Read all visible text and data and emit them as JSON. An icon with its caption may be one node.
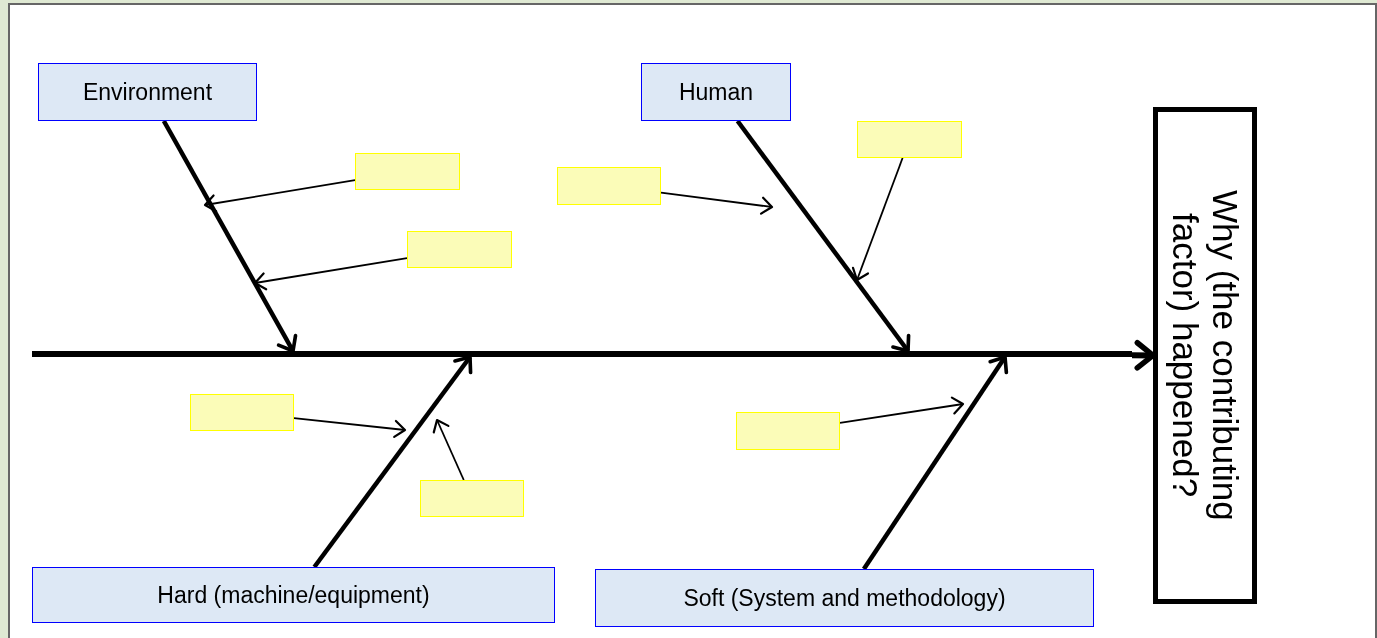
{
  "diagram": {
    "nodes": [
      {
        "text": [
          "Environment"
        ]
      },
      {
        "text": [
          "Human"
        ]
      },
      {
        "text": [
          "Hard (machine/equipment)"
        ]
      },
      {
        "text": [
          "Soft (System and methodology)"
        ]
      },
      {
        "text": [
          "Why (the contributing factor) happened?"
        ]
      },
      {
        "text": [],
        "shape": "box"
      },
      {
        "text": [],
        "shape": "box"
      },
      {
        "text": [],
        "shape": "box"
      },
      {
        "text": [],
        "shape": "box"
      },
      {
        "text": [],
        "shape": "box"
      },
      {
        "text": [],
        "shape": "box"
      },
      {
        "text": [],
        "shape": "box"
      },
      {
        "text": [],
        "shape": "bar"
      }
    ],
    "edges": [
      {
        "from": 0,
        "to": 12,
        "arrow": "to",
        "style": "thick"
      },
      {
        "from": 1,
        "to": 12,
        "arrow": "to",
        "style": "thick"
      },
      {
        "from": 2,
        "to": 12,
        "arrow": "to",
        "style": "thick"
      },
      {
        "from": 3,
        "to": 12,
        "arrow": "to",
        "style": "thick"
      },
      {
        "from": 12,
        "to": 4,
        "arrow": "to",
        "style": "thick"
      },
      {
        "from": 5,
        "to": null,
        "arrow": "to"
      },
      {
        "from": 6,
        "to": null,
        "arrow": "to"
      },
      {
        "from": 7,
        "to": null,
        "arrow": "to"
      },
      {
        "from": 8,
        "to": null,
        "arrow": "to"
      },
      {
        "from": 9,
        "to": null,
        "arrow": "to"
      },
      {
        "from": 10,
        "to": null,
        "arrow": "to"
      },
      {
        "from": 11,
        "to": null,
        "arrow": "to"
      }
    ]
  }
}
